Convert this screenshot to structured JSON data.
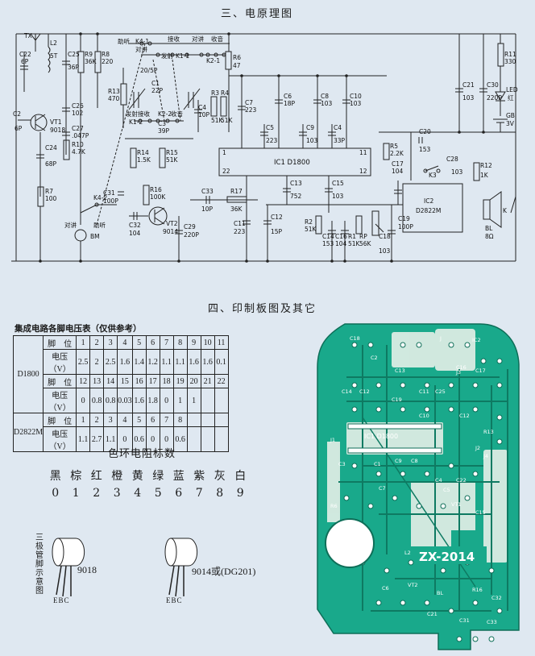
{
  "sections": {
    "schematic_title": "三、电原理图",
    "pcb_title": "四、印制板图及其它"
  },
  "schematic": {
    "labels": {
      "tx": "TX",
      "c22": "C22",
      "c22v": "6P",
      "c25": "C25",
      "c25v": "36P",
      "l2": "L2",
      "l2v": "5T",
      "r9": "R9",
      "r9v": "36K",
      "r8": "R8",
      "r8v": "220",
      "zhuting_top": "助听",
      "k41": "K4-1",
      "duijiang_top": "对讲",
      "fashe_k11": "发射",
      "k11": "K1-1",
      "jieshou": "接收",
      "duijiang2": "对讲",
      "shouyin": "收音",
      "k21": "K2-1",
      "r6": "R6",
      "r6v": "47",
      "r11": "R11",
      "r11v": "330",
      "r13": "R13",
      "r13v": "470",
      "c26": "C26",
      "c26v": "102",
      "c27": "C27",
      "c27v": ".047P",
      "c2": "C2",
      "c2v": "6P",
      "vt1": "VT1",
      "vt1v": "9018",
      "r10": "R10",
      "r10v": "4.7K",
      "c24": "C24",
      "c24v": "68P",
      "r7": "R7",
      "r7v": "100",
      "c1": "C1",
      "c1v": "22P",
      "c1range": "20/5P",
      "fashe_jieshou": "发射接收",
      "k12": "K1-2",
      "k22": "K2-2",
      "shouyin2": "收音",
      "c3": "C3",
      "c3v": "39P",
      "c4": "C4",
      "c4v": "10P",
      "r3": "R3",
      "r3v": "51K",
      "r4": "R4",
      "r4v": "51K",
      "c7": "C7",
      "c7v": "223",
      "c6": "C6",
      "c6v": "18P",
      "c8": "C8",
      "c8v": "103",
      "c10": "C10",
      "c10v": "103",
      "c5": "C5",
      "c5v": "223",
      "c9": "C9",
      "c9v": "103",
      "c4b": "C4",
      "c4bv": "33P",
      "c21": "C21",
      "c21v": "103",
      "c30": "C30",
      "c30v": "220P",
      "led": "LED",
      "ledv": "红",
      "gb": "GB",
      "gbv": "3V",
      "r14": "R14",
      "r14v": "1.5K",
      "r15": "R15",
      "r15v": "51K",
      "ic1": "IC1 D1800",
      "pin1": "1",
      "pin11": "11",
      "pin22": "22",
      "pin12": "12",
      "c20": "C20",
      "c20v": "153",
      "r5": "R5",
      "r5v": "2.2K",
      "c17": "C17",
      "c17v": "104",
      "c28": "C28",
      "c28v": "103",
      "k3": "K3",
      "r12": "R12",
      "r12v": "1K",
      "c31": "C31",
      "c31v": "100P",
      "r16": "R16",
      "r16v": "100K",
      "c33": "C33",
      "c33v": "10P",
      "r17": "R17",
      "r17v": "36K",
      "c13": "C13",
      "c13v": "752",
      "c15": "C15",
      "c15v": "103",
      "ic2": "IC2",
      "ic2v": "D2822M",
      "k42": "K4-2",
      "c32": "C32",
      "c32v": "104",
      "vt2": "VT2",
      "vt2v": "9014",
      "c29": "C29",
      "c29v": "220P",
      "c11": "C11",
      "c11v": "223",
      "c12": "C12",
      "c12v": "15P",
      "r2": "R2",
      "r2v": "51K",
      "c14": "C14",
      "c14v": "153",
      "c16": "C16",
      "c16v": "104",
      "r1": "R1",
      "r1v": "51K",
      "rp": "RP",
      "rpv": "56K",
      "c18": "C18",
      "c18v": "103",
      "c19": "C19",
      "c19v": "100P",
      "bl": "BL",
      "blv": "8Ω",
      "k": "K",
      "duijiang_bot": "对讲",
      "zhuting_bot": "助听",
      "bm": "BM"
    }
  },
  "voltage_table": {
    "title": "集成电路各脚电压表（仅供参考）",
    "groups": [
      {
        "name": "D1800",
        "rows": [
          {
            "label": "脚　位",
            "cells": [
              "1",
              "2",
              "3",
              "4",
              "5",
              "6",
              "7",
              "8",
              "9",
              "10",
              "11"
            ]
          },
          {
            "label": "电压（V）",
            "cells": [
              "2.5",
              "2",
              "2.5",
              "1.6",
              "1.4",
              "1.2",
              "1.1",
              "1.1",
              "1.6",
              "1.6",
              "0.1"
            ]
          },
          {
            "label": "脚　位",
            "cells": [
              "12",
              "13",
              "14",
              "15",
              "16",
              "17",
              "18",
              "19",
              "20",
              "21",
              "22"
            ]
          },
          {
            "label": "电压（V）",
            "cells": [
              "0",
              "0.8",
              "0.8",
              "0.03",
              "1.6",
              "1.8",
              "0",
              "1",
              "1",
              "",
              ""
            ]
          }
        ]
      },
      {
        "name": "D2822M",
        "rows": [
          {
            "label": "脚　位",
            "cells": [
              "1",
              "2",
              "3",
              "4",
              "5",
              "6",
              "7",
              "8",
              "",
              "",
              ""
            ]
          },
          {
            "label": "电压（V）",
            "cells": [
              "1.1",
              "2.7",
              "1.1",
              "0",
              "0.6",
              "0",
              "0",
              "0.6",
              "",
              "",
              ""
            ]
          }
        ]
      }
    ]
  },
  "color_code": {
    "title": "色环电阻标数",
    "colors": [
      "黑",
      "棕",
      "红",
      "橙",
      "黄",
      "绿",
      "蓝",
      "紫",
      "灰",
      "白"
    ],
    "digits": [
      "0",
      "1",
      "2",
      "3",
      "4",
      "5",
      "6",
      "7",
      "8",
      "9"
    ]
  },
  "transistors": {
    "side_label": "三极管脚示意图",
    "t1": {
      "name": "9018",
      "pins": "EBC"
    },
    "t2": {
      "name": "9014或(DG201)",
      "pins": "EBC"
    }
  },
  "pcb": {
    "model": "ZX-2014",
    "ic1_label": "IC1 D1800",
    "labels": [
      "C18",
      "C2",
      "C13",
      "C14",
      "C12",
      "C11",
      "C25",
      "C12",
      "C10",
      "C9",
      "C8",
      "L2",
      "C4",
      "C5",
      "C22",
      "BL",
      "C21",
      "C6",
      "R6",
      "C3",
      "C1",
      "IC2",
      "C7",
      "J",
      "C16",
      "C17",
      "C19",
      "R13",
      "J2",
      "J3",
      "VT1",
      "VT2",
      "J1",
      "C31",
      "R16",
      "C32",
      "C33",
      "C15",
      "J4"
    ],
    "colors": {
      "board": "#19a98b",
      "trace": "#0e7a62",
      "copper": "#e4efe8"
    }
  }
}
